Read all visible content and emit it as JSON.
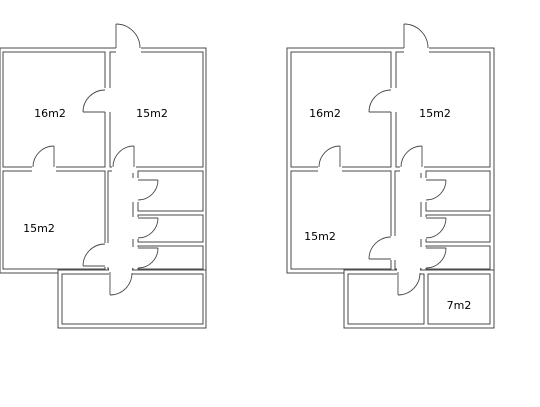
{
  "plans": [
    {
      "rooms": [
        {
          "id": "top-left",
          "area": "16m2"
        },
        {
          "id": "top-right",
          "area": "15m2"
        },
        {
          "id": "middle-left",
          "area": "15m2"
        }
      ]
    },
    {
      "rooms": [
        {
          "id": "top-left",
          "area": "16m2"
        },
        {
          "id": "top-right",
          "area": "15m2"
        },
        {
          "id": "middle-left",
          "area": "15m2"
        },
        {
          "id": "bottom-right",
          "area": "7m2"
        }
      ]
    }
  ],
  "colors": {
    "wall": "#4a4a4a",
    "background": "#ffffff",
    "text": "#000000"
  }
}
